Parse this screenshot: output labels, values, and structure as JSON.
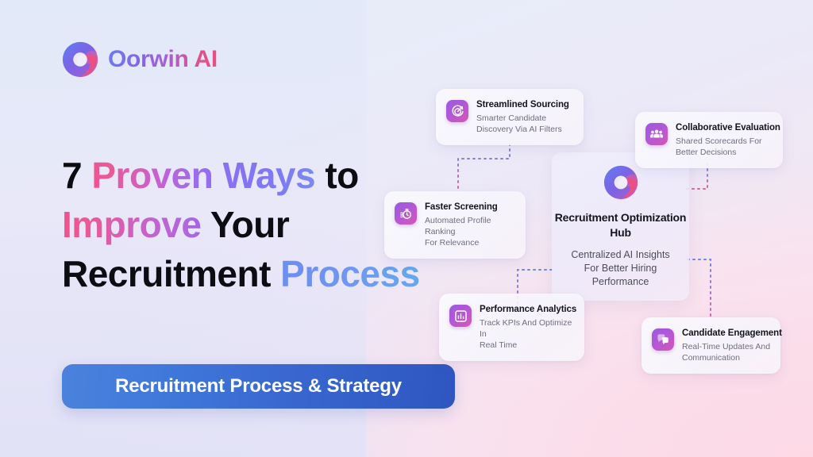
{
  "brand": {
    "logo_icon": "oorwin-c-logo-icon",
    "name": "Oorwin AI"
  },
  "headline": {
    "line1_a": "7 ",
    "line1_b": "Proven ",
    "line1_c": "Ways ",
    "line1_d": "to",
    "line2_a": "Improve ",
    "line2_b": "Your",
    "line3_a": "Recruitment ",
    "line3_b": "Process"
  },
  "banner": {
    "label": "Recruitment Process & Strategy",
    "color_start": "#4a82dd",
    "color_end": "#2f56c0"
  },
  "hub": {
    "logo_icon": "oorwin-c-logo-icon",
    "title": "Recruitment\nOptimization Hub",
    "description": "Centralized AI Insights\nFor Better Hiring\nPerformance"
  },
  "cards": [
    {
      "id": "sourcing",
      "icon": "target-arrow-icon",
      "title": "Streamlined Sourcing",
      "description": "Smarter Candidate\nDiscovery Via AI Filters"
    },
    {
      "id": "collaborative-evaluation",
      "icon": "people-group-icon",
      "title": "Collaborative Evaluation",
      "description": "Shared Scorecards For\nBetter Decisions"
    },
    {
      "id": "faster-screening",
      "icon": "stopwatch-icon",
      "title": "Faster Screening",
      "description": "Automated Profile Ranking\nFor Relevance"
    },
    {
      "id": "performance-analytics",
      "icon": "bar-chart-icon",
      "title": "Performance Analytics",
      "description": "Track KPIs And Optimize In\nReal Time"
    },
    {
      "id": "candidate-engagement",
      "icon": "chat-bubbles-icon",
      "title": "Candidate Engagement",
      "description": "Real-Time Updates And\nCommunication"
    }
  ],
  "theme": {
    "icon_gradient_start": "#9b5ae0",
    "icon_gradient_end": "#d756b6",
    "connector_blue": "#7a8ce8",
    "connector_pink": "#e06a9a",
    "headline_dark": "#0c0c12",
    "background_top": "#e6ebf8",
    "background_bottom_right": "#fcdbe8"
  }
}
